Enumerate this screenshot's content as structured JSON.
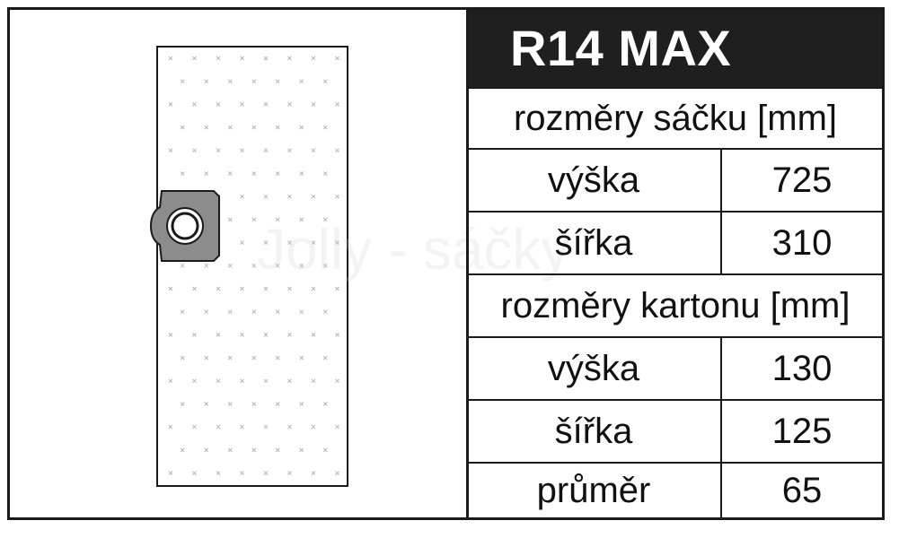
{
  "product": {
    "title": "R14 MAX",
    "watermark": "Jolly - sáčky"
  },
  "bag_dimensions": {
    "header": "rozměry sáčku [mm]",
    "rows": [
      {
        "label": "výška",
        "value": "725"
      },
      {
        "label": "šířka",
        "value": "310"
      }
    ]
  },
  "carton_dimensions": {
    "header": "rozměry kartonu [mm]",
    "rows": [
      {
        "label": "výška",
        "value": "130"
      },
      {
        "label": "šířka",
        "value": "125"
      },
      {
        "label": "průměr",
        "value": "65"
      }
    ]
  },
  "colors": {
    "border": "#1a1a1a",
    "title_background": "#1f1f1f",
    "title_text": "#ffffff",
    "collar": "#8c8c8c"
  },
  "icons": {
    "bag_illustration": "vacuum-bag-icon",
    "collar": "bag-collar-icon"
  }
}
